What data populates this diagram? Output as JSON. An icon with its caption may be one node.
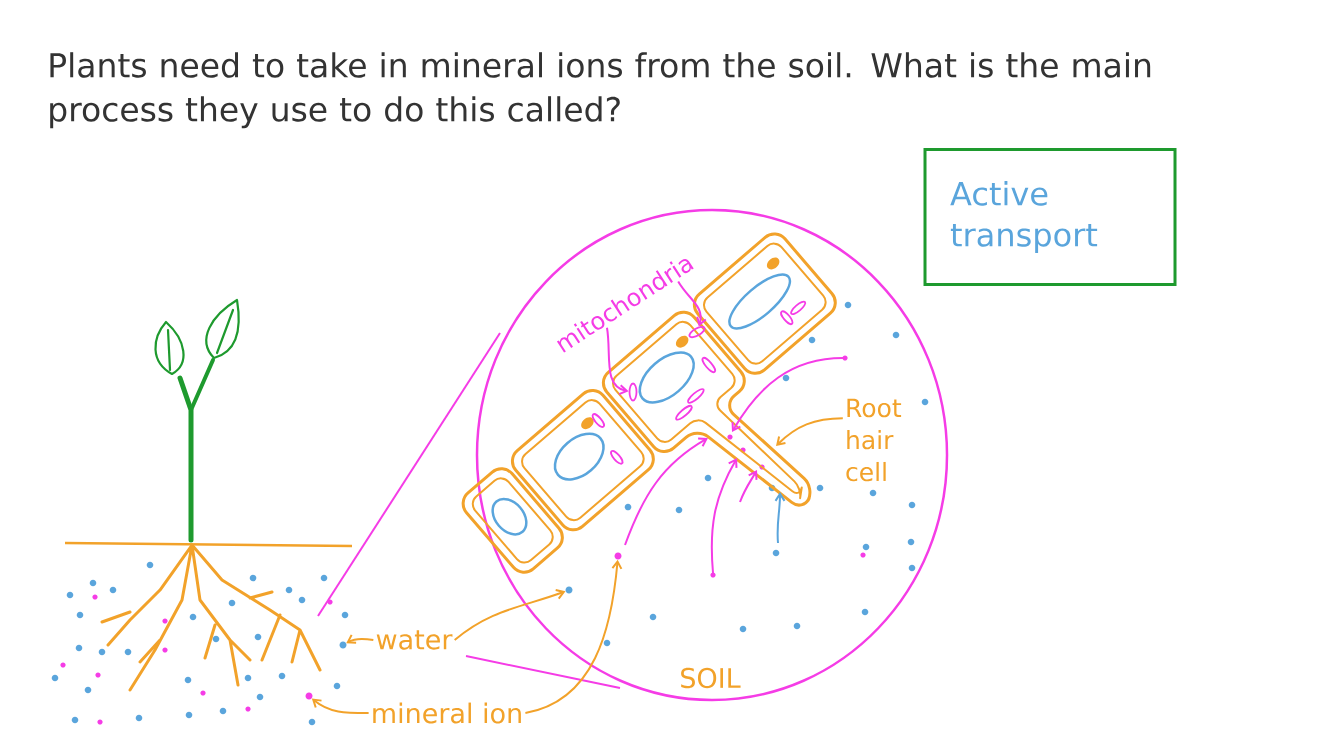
{
  "diagram": {
    "title": "Plants need to take in mineral ions from the soil. What is the main process they use to do this called?",
    "nodes": [
      {
        "text": [
          "Active transport"
        ]
      },
      {
        "text": [
          "mitochondria"
        ]
      },
      {
        "text": [],
        "shape": "ellipse"
      },
      {
        "text": [],
        "shape": "ellipse"
      },
      {
        "text": [
          "Root hair cell"
        ]
      },
      {
        "text": [
          "water"
        ]
      },
      {
        "text": [],
        "shape": "circle"
      },
      {
        "text": [],
        "shape": "circle"
      },
      {
        "text": [
          "mineral ion"
        ]
      },
      {
        "text": [],
        "shape": "circle"
      },
      {
        "text": [],
        "shape": "circle"
      }
    ],
    "edges": [
      {
        "from": 1,
        "to": 2,
        "arrow": "to",
        "color": "#f53ce6"
      },
      {
        "from": 1,
        "to": 3,
        "arrow": "to",
        "color": "#f53ce6"
      },
      {
        "from": 4,
        "to": null,
        "arrow": "to"
      },
      {
        "from": 5,
        "to": 6,
        "arrow": "to"
      },
      {
        "from": 5,
        "to": 7,
        "arrow": "to"
      },
      {
        "from": 8,
        "to": 9,
        "arrow": "to"
      },
      {
        "from": 8,
        "to": 10,
        "arrow": "to"
      }
    ],
    "labels": [
      "SOIL"
    ]
  }
}
